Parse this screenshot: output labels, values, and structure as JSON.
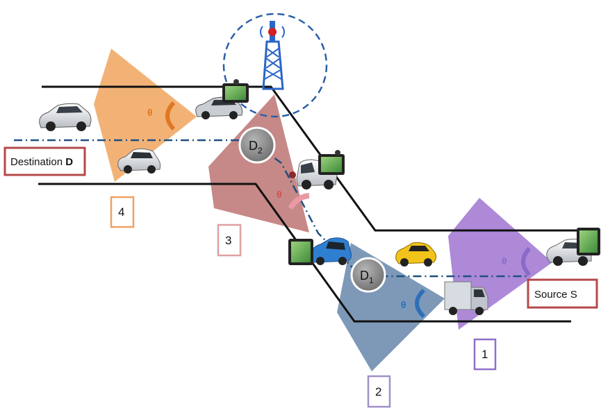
{
  "labels": {
    "destination": "Destination",
    "destination_bold": "D",
    "source": "Source S",
    "d1_base": "D",
    "d1_sub": "1",
    "d2_base": "D",
    "d2_sub": "2",
    "theta": "θ"
  },
  "sectors": [
    {
      "number": "1",
      "color": "#9b6fd0",
      "box_color": "#8e70c8"
    },
    {
      "number": "2",
      "color": "#5e7fa6",
      "box_color": "#a090c8"
    },
    {
      "number": "3",
      "color": "#b86b69",
      "box_color": "#e0a0a0"
    },
    {
      "number": "4",
      "color": "#f0a55e",
      "box_color": "#f0a060"
    }
  ],
  "colors": {
    "road": "#111111",
    "dash_path": "#1f4f82",
    "tower": "#2a66c9",
    "tower_top": "#d42020",
    "box_border": "#b5484a",
    "relay_node": "#8e8e8e"
  },
  "icons": [
    "radio-tower-icon",
    "gps-device-icon",
    "car-icon",
    "truck-icon"
  ]
}
